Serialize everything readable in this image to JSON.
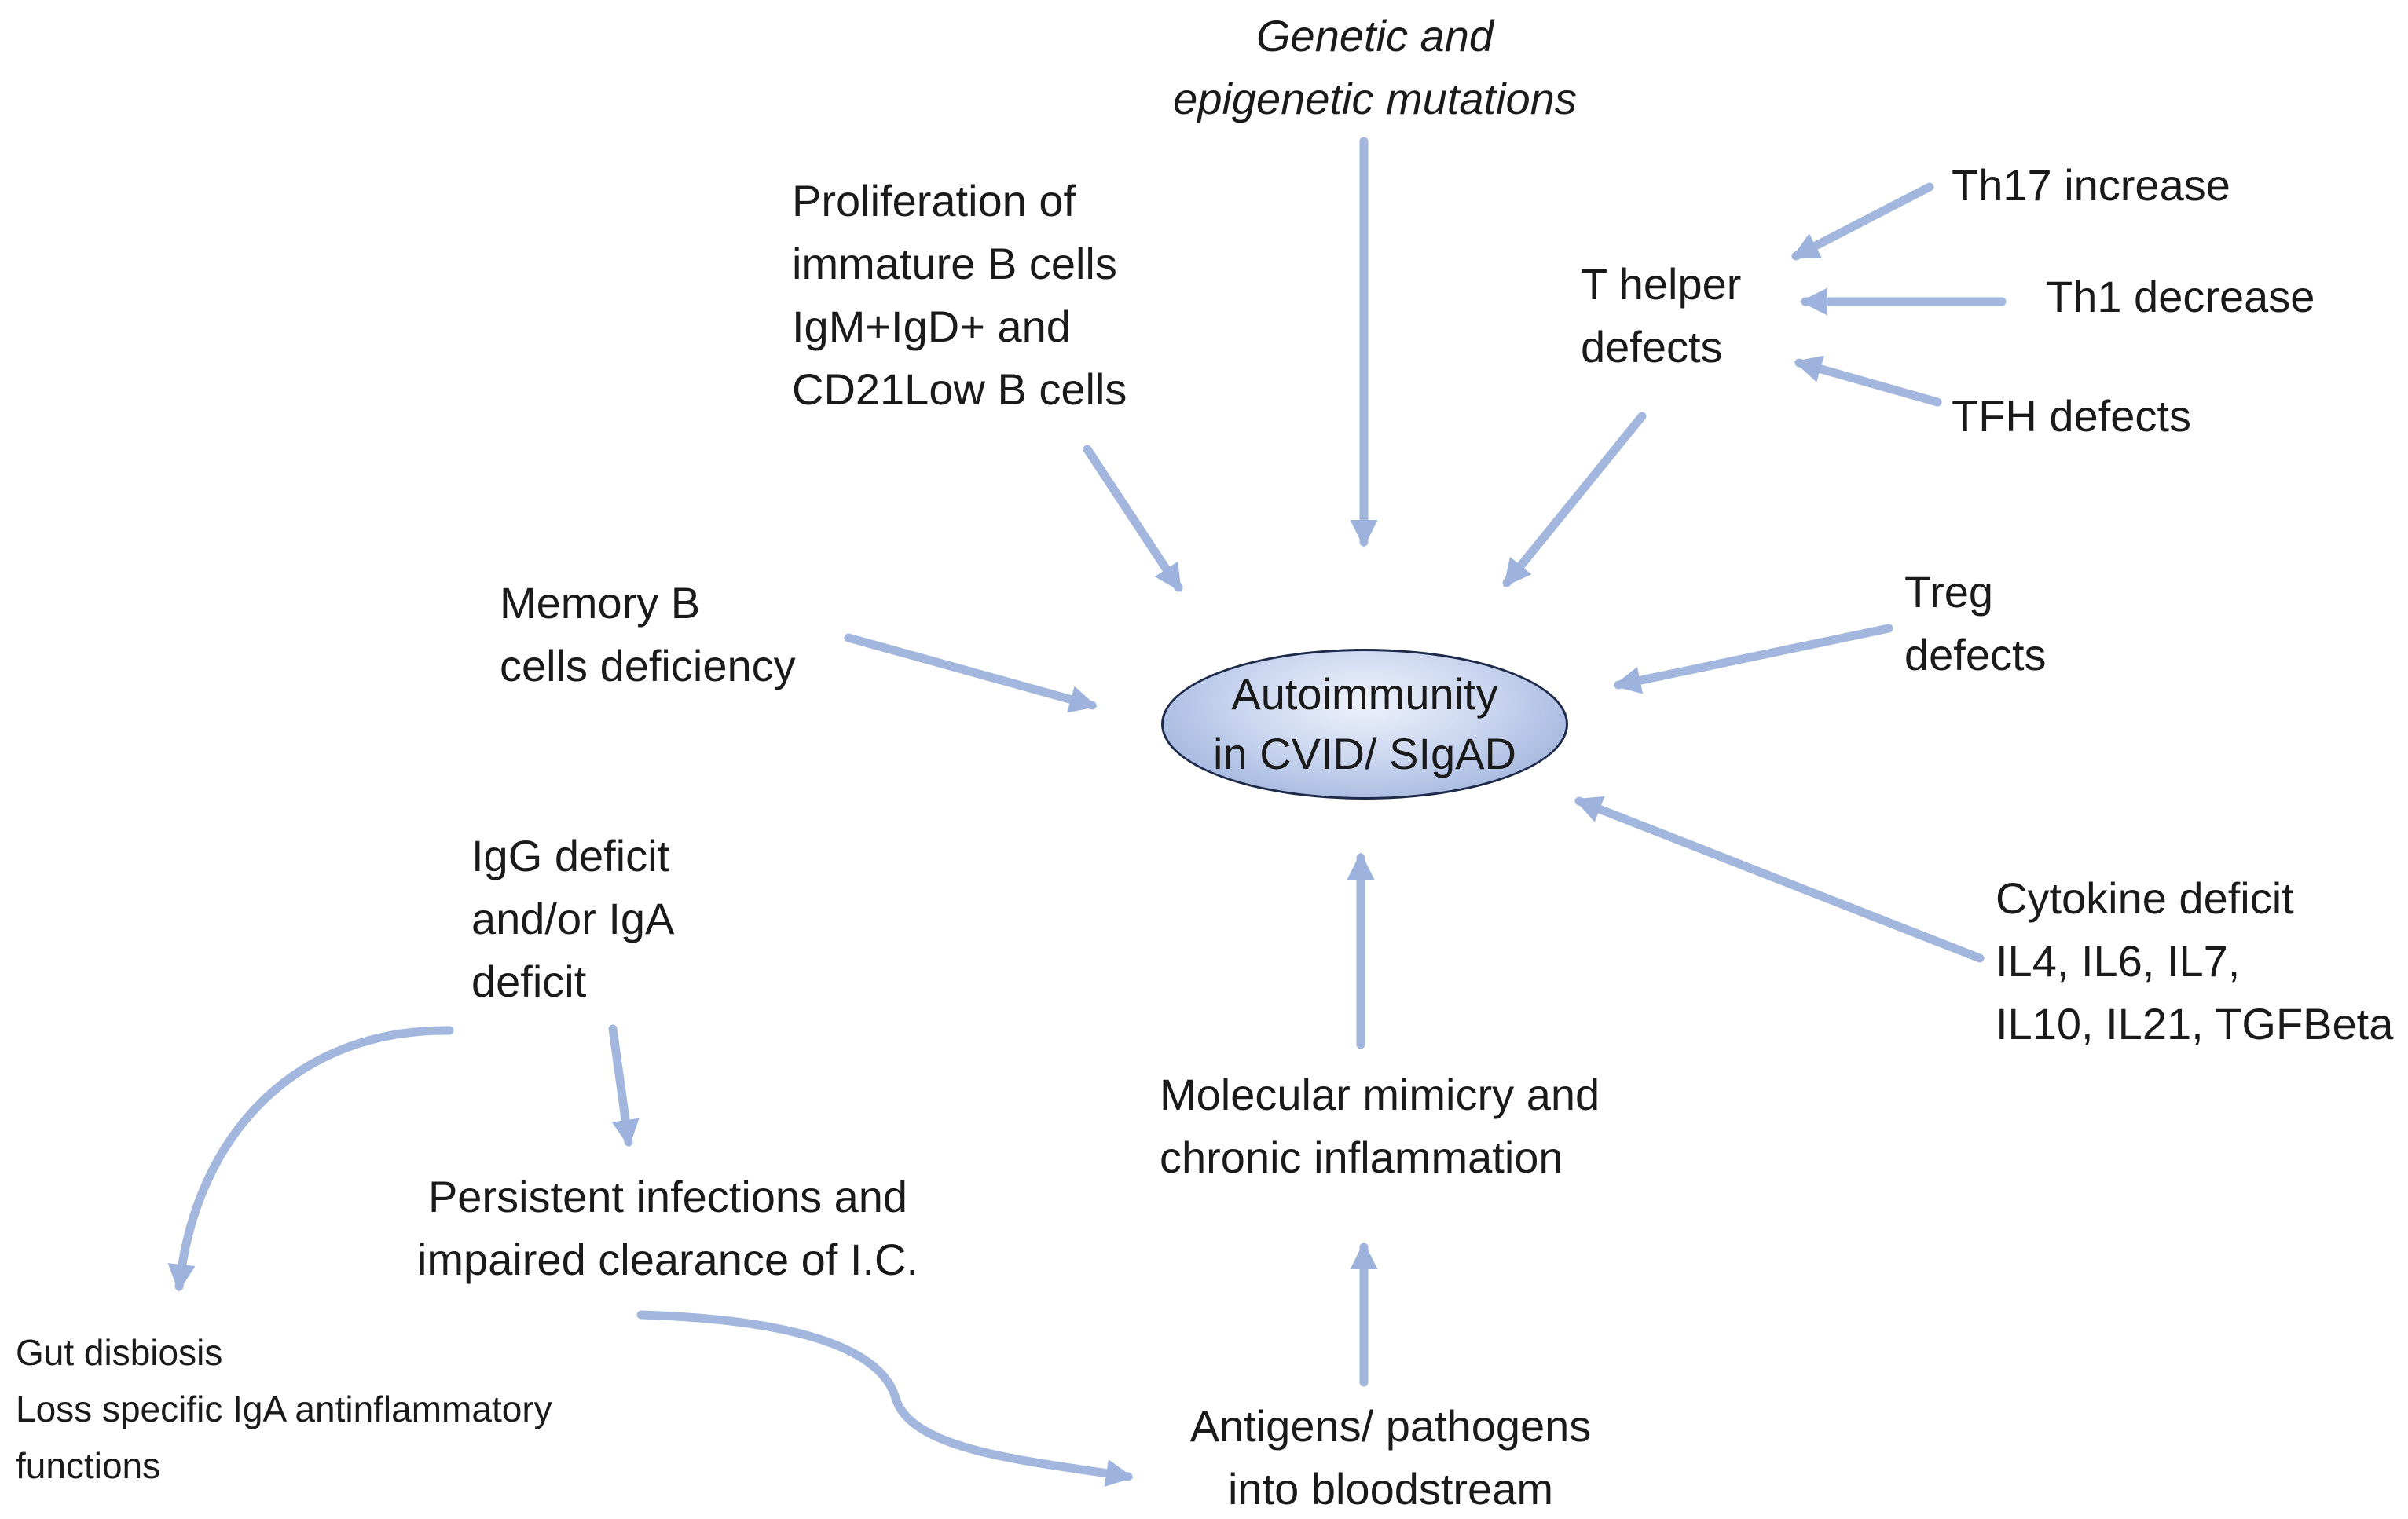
{
  "diagram": {
    "center": {
      "lines": [
        "Autoimmunity",
        "in CVID/ SIgAD"
      ]
    },
    "nodes": {
      "genetic": [
        "Genetic and",
        "epigenetic mutations"
      ],
      "proliferation": [
        "Proliferation of",
        "immature B cells",
        "IgM+IgD+ and",
        "CD21Low B  cells"
      ],
      "t_helper": [
        "T helper",
        "defects"
      ],
      "th17": [
        "Th17 increase"
      ],
      "th1": [
        "Th1 decrease"
      ],
      "tfh": [
        "TFH defects"
      ],
      "memory_b": [
        "Memory B",
        "cells deficiency"
      ],
      "treg": [
        "Treg",
        "defects"
      ],
      "ig_deficit": [
        "IgG deficit",
        "and/or IgA",
        "deficit"
      ],
      "cytokine": [
        "Cytokine deficit",
        "IL4, IL6, IL7,",
        "IL10, IL21,  TGFBeta"
      ],
      "molecular": [
        "Molecular mimicry and",
        "chronic inflammation"
      ],
      "persistent": [
        "Persistent infections and",
        "impaired clearance of I.C."
      ],
      "gut": [
        "Gut disbiosis",
        "Loss specific IgA antinflammatory",
        "functions"
      ],
      "antigens": [
        "Antigens/ pathogens",
        "into bloodstream"
      ]
    },
    "colors": {
      "arrow": "#9db2dc",
      "center_fill": "#c9d5ef",
      "center_border": "#1e2a4a",
      "text": "#1a1a1a"
    }
  }
}
